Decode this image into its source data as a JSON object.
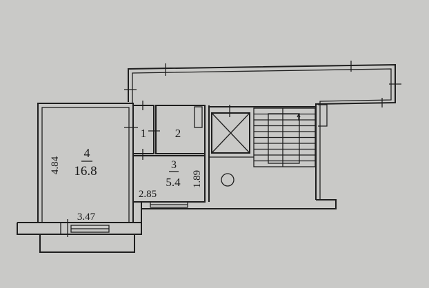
{
  "rooms": [
    {
      "number": "1"
    },
    {
      "number": "2"
    },
    {
      "number": "3",
      "area": "5.4",
      "width": "2.85",
      "length": "1.89"
    },
    {
      "number": "4",
      "area": "16.8",
      "length": "4.84",
      "width": "3.47"
    }
  ],
  "colors": {
    "background": "#c9c9c7",
    "lines": "#1e1e1e"
  }
}
